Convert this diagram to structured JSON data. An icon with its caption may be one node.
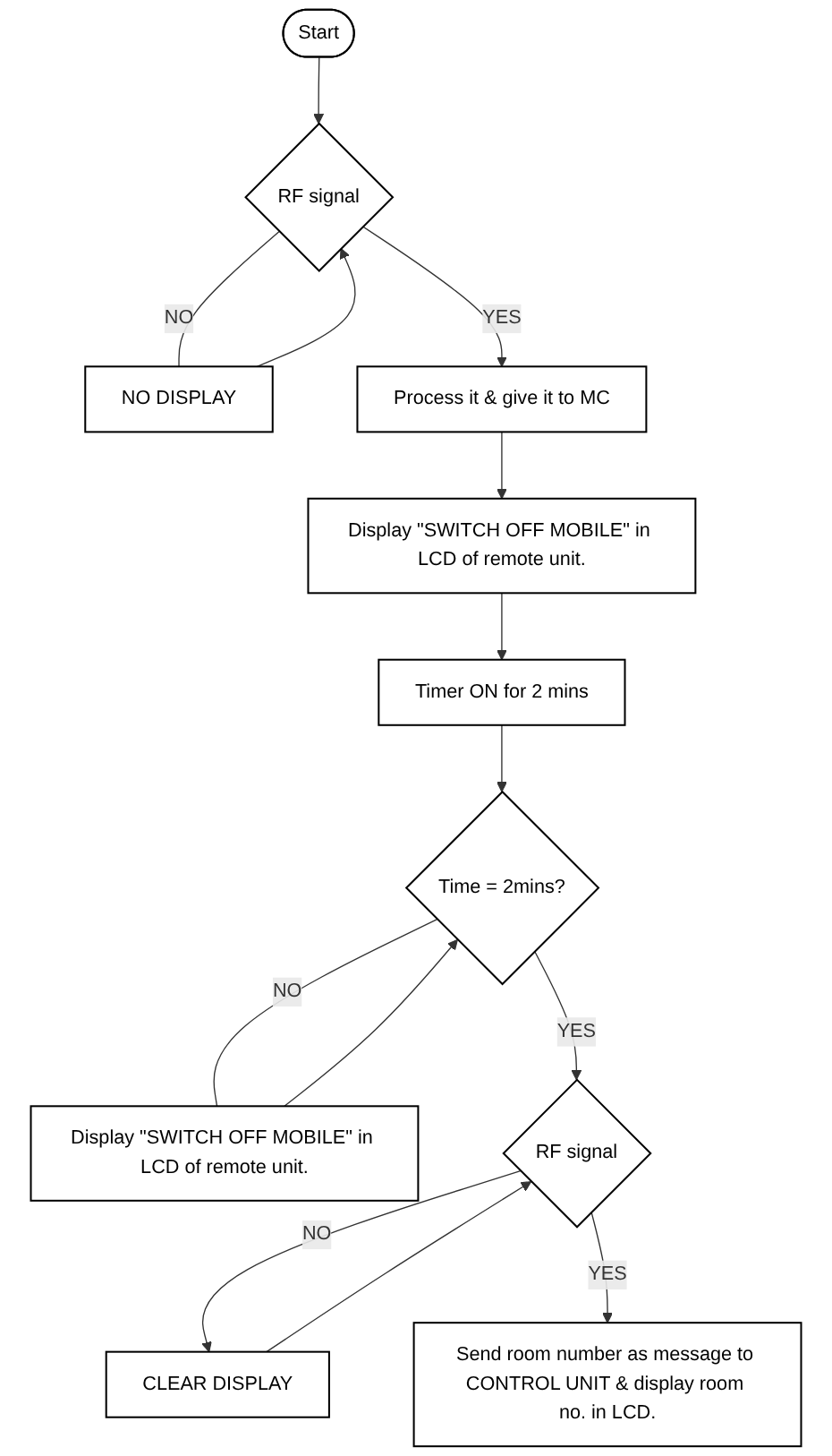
{
  "diagram": {
    "nodes": [
      {
        "text": [
          "Start"
        ]
      },
      {
        "text": [
          "RF signal"
        ]
      },
      {
        "text": [
          "NO DISPLAY"
        ]
      },
      {
        "text": [
          "Process it & give it to MC"
        ]
      },
      {
        "text": [
          "Display \"SWITCH OFF MOBILE\" in LCD of remote unit."
        ]
      },
      {
        "text": [
          "Timer ON for 2 mins"
        ]
      },
      {
        "text": [
          "Time = 2mins?"
        ]
      },
      {
        "text": [
          "Display \"SWITCH OFF MOBILE\" in LCD of remote unit."
        ]
      },
      {
        "text": [
          "RF signal"
        ]
      },
      {
        "text": [
          "CLEAR DISPLAY"
        ]
      },
      {
        "text": [
          "Send room number as message to CONTROL UNIT & display room no. in LCD."
        ]
      }
    ],
    "edges": [
      {
        "from": 0,
        "to": 1,
        "arrow": "to"
      },
      {
        "from": 1,
        "to": 2,
        "arrow": "none",
        "label": "NO"
      },
      {
        "from": 2,
        "to": 1,
        "arrow": "to"
      },
      {
        "from": 1,
        "to": 3,
        "arrow": "to",
        "label": "YES"
      },
      {
        "from": 3,
        "to": 4,
        "arrow": "to"
      },
      {
        "from": 4,
        "to": 5,
        "arrow": "to"
      },
      {
        "from": 5,
        "to": 6,
        "arrow": "to"
      },
      {
        "from": 6,
        "to": 7,
        "arrow": "none",
        "label": "NO"
      },
      {
        "from": 7,
        "to": 6,
        "arrow": "to"
      },
      {
        "from": 6,
        "to": 8,
        "arrow": "to",
        "label": "YES"
      },
      {
        "from": 8,
        "to": 9,
        "arrow": "to",
        "label": "NO"
      },
      {
        "from": 9,
        "to": 8,
        "arrow": "to"
      },
      {
        "from": 8,
        "to": 10,
        "arrow": "to",
        "label": "YES"
      }
    ]
  }
}
